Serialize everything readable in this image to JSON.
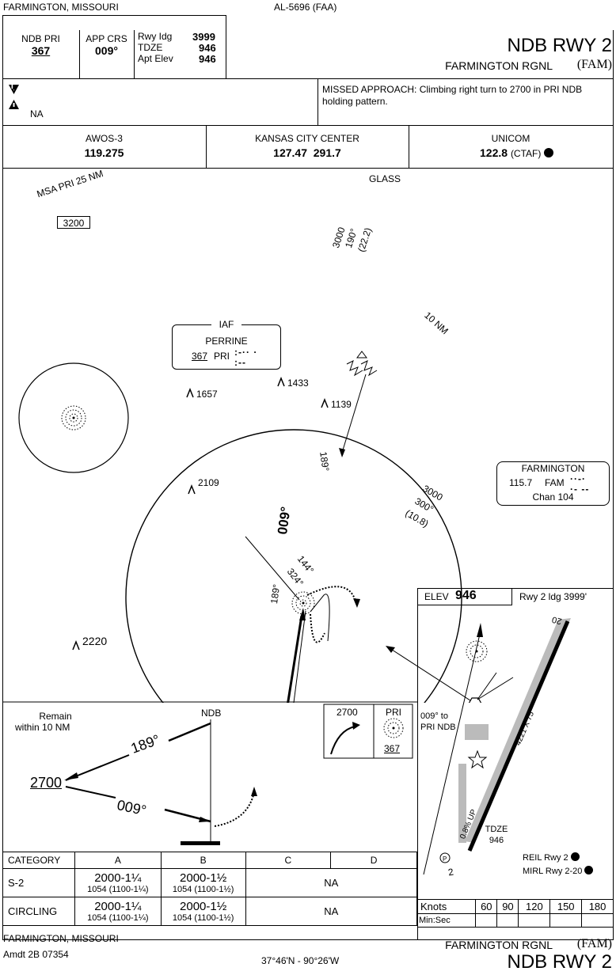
{
  "header": {
    "location": "FARMINGTON, MISSOURI",
    "procedure_id": "AL-5696 (FAA)",
    "title": "NDB RWY 2",
    "airport": "FARMINGTON RGNL",
    "airport_code": "(FAM)",
    "ndb_label": "NDB PRI",
    "ndb_freq": "367",
    "app_crs_label": "APP CRS",
    "app_crs": "009°",
    "rwy_ldg_label": "Rwy Idg",
    "rwy_ldg": "3999",
    "tdze_label": "TDZE",
    "tdze": "946",
    "apt_elev_label": "Apt Elev",
    "apt_elev": "946"
  },
  "notes": {
    "alt_mins": "NA",
    "missed_approach": "MISSED APPROACH: Climbing right turn to 2700 in PRI NDB holding pattern."
  },
  "comms": [
    {
      "name": "AWOS-3",
      "freq": "119.275"
    },
    {
      "name": "KANSAS CITY CENTER",
      "freq": "127.47  291.7"
    },
    {
      "name": "UNICOM",
      "freq": "122.8",
      "suffix": "(CTAF)"
    }
  ],
  "plan": {
    "msa_label": "MSA PRI 25 NM",
    "msa_alt": "3200",
    "glass": "GLASS",
    "glass_alt": "3000",
    "glass_crs": "190°",
    "glass_dist": "(22.2)",
    "ring_label": "10 NM",
    "iaf": "IAF",
    "iaf_name": "PERRINE",
    "iaf_freq": "367",
    "iaf_id": "PRI",
    "obstacles": [
      "1657",
      "1433",
      "1139",
      "2109",
      "2220"
    ],
    "hold_crs": "189°",
    "inbound_crs": "009°",
    "outbound_crs": "189°",
    "turn_out": "144°",
    "turn_in": "324°",
    "vor_name": "FARMINGTON",
    "vor_freq": "115.7",
    "vor_id": "FAM",
    "vor_chan": "Chan 104",
    "vor_alt": "3000",
    "vor_crs": "300°",
    "vor_dist": "(10.8)"
  },
  "profile": {
    "remain": "Remain",
    "within": "within 10 NM",
    "ndb": "NDB",
    "alt": "2700",
    "out_crs": "189°",
    "in_crs": "009°",
    "icon_alt": "2700",
    "icon_fix": "PRI",
    "icon_freq": "367"
  },
  "airport_sketch": {
    "elev_label": "ELEV",
    "elev": "946",
    "rwy_ldg": "Rwy 2 ldg 3999'",
    "rwy_num_top": "20",
    "rwy_num_bottom": "2",
    "rwy_dims": "4221 X 75",
    "grad": "0.8% UP",
    "crs_to_ndb": "009° to",
    "pri_ndb": "PRI NDB",
    "tdze_label": "TDZE",
    "tdze": "946",
    "reil": "REIL Rwy 2",
    "mirl": "MIRL Rwy 2-20"
  },
  "minimums": {
    "headers": [
      "CATEGORY",
      "A",
      "B",
      "C",
      "D"
    ],
    "rows": [
      {
        "cat": "S-2",
        "a": "2000-1¼",
        "a_sub": "1054 (1100-1¼)",
        "b": "2000-1½",
        "b_sub": "1054 (1100-1½)",
        "cd": "NA"
      },
      {
        "cat": "CIRCLING",
        "a": "2000-1¼",
        "a_sub": "1054 (1100-1¼)",
        "b": "2000-1½",
        "b_sub": "1054 (1100-1½)",
        "cd": "NA"
      }
    ]
  },
  "timing": {
    "knots_label": "Knots",
    "speeds": [
      "60",
      "90",
      "120",
      "150",
      "180"
    ],
    "minsec_label": "Min:Sec"
  },
  "footer": {
    "location": "FARMINGTON, MISSOURI",
    "amdt": "Amdt 2B  07354",
    "coords": "37°46'N - 90°26'W",
    "airport": "FARMINGTON RGNL",
    "airport_code": "(FAM)",
    "title": "NDB RWY 2"
  }
}
